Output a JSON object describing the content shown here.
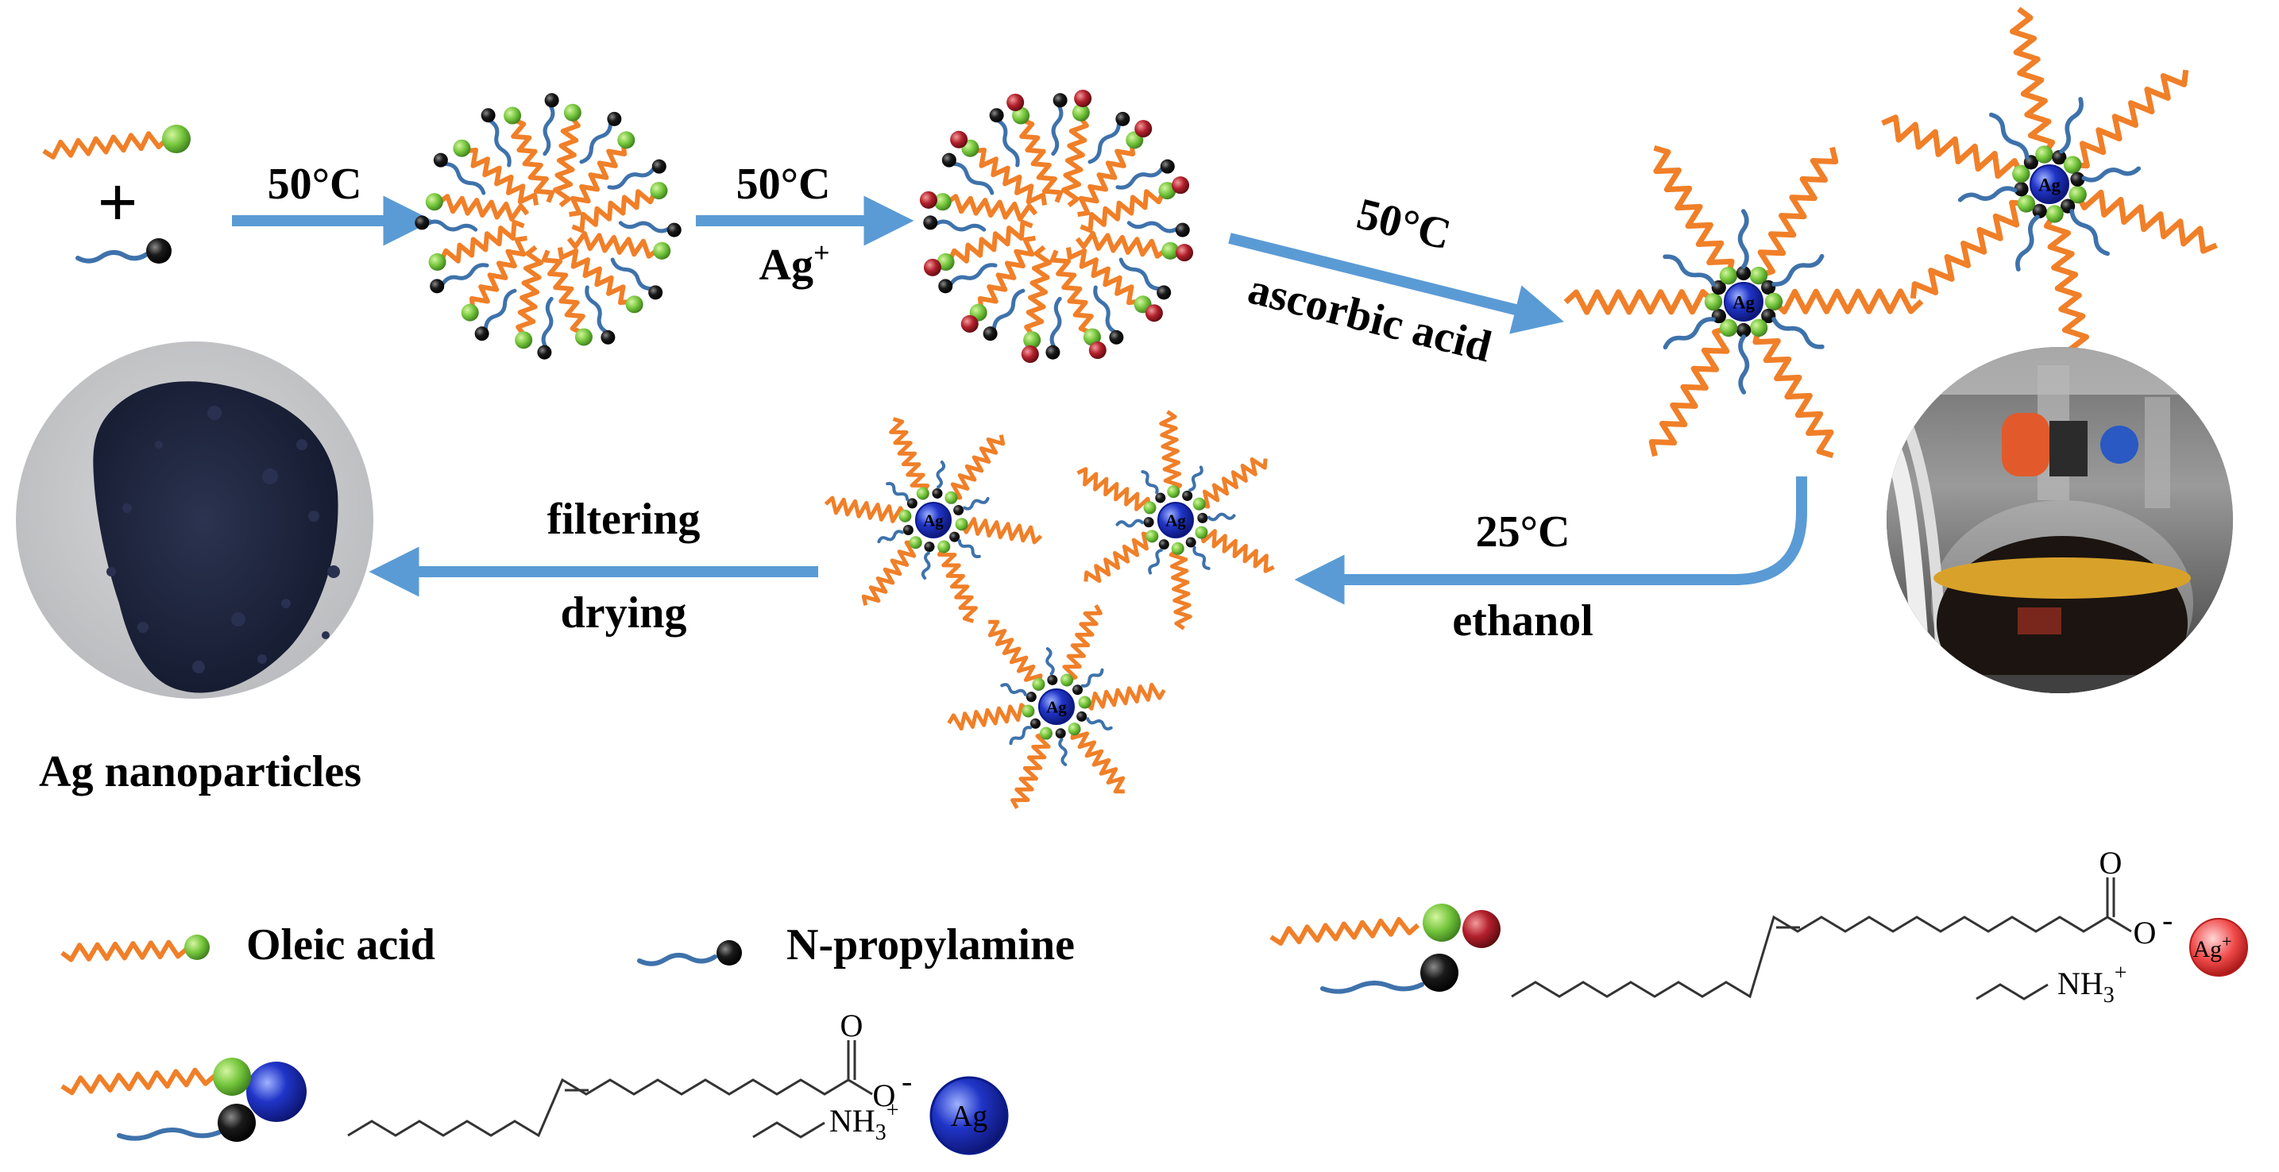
{
  "steps": {
    "step1": {
      "temp": "50°C"
    },
    "step2": {
      "temp": "50°C",
      "reagent_main": "Ag",
      "reagent_sup": "+"
    },
    "step3": {
      "temp": "50°C",
      "reagent": "ascorbic acid"
    },
    "step4": {
      "temp": "25°C",
      "reagent": "ethanol"
    },
    "step5": {
      "line1": "filtering",
      "line2": "drying"
    }
  },
  "mix_plus": "+",
  "product_label": "Ag nanoparticles",
  "core_label": "Ag",
  "legend": {
    "oleic_acid": "Oleic acid",
    "propylamine": "N-propylamine"
  },
  "chem": {
    "O": "O",
    "O_minus": "-",
    "NH3": "NH",
    "NH3_sub": "3",
    "NH3_sup": "+",
    "ag_ion": "Ag",
    "ag_ion_sup": "+",
    "ag_atom": "Ag"
  },
  "colors": {
    "oleic_chain": "#f07f28",
    "amine_chain": "#3e72ab",
    "oleic_head": "#6fc236",
    "amine_head": "#111111",
    "ag_ion": "#b3202c",
    "ag_core": "#1c2ca8",
    "arrow": "#5a9bd5"
  }
}
